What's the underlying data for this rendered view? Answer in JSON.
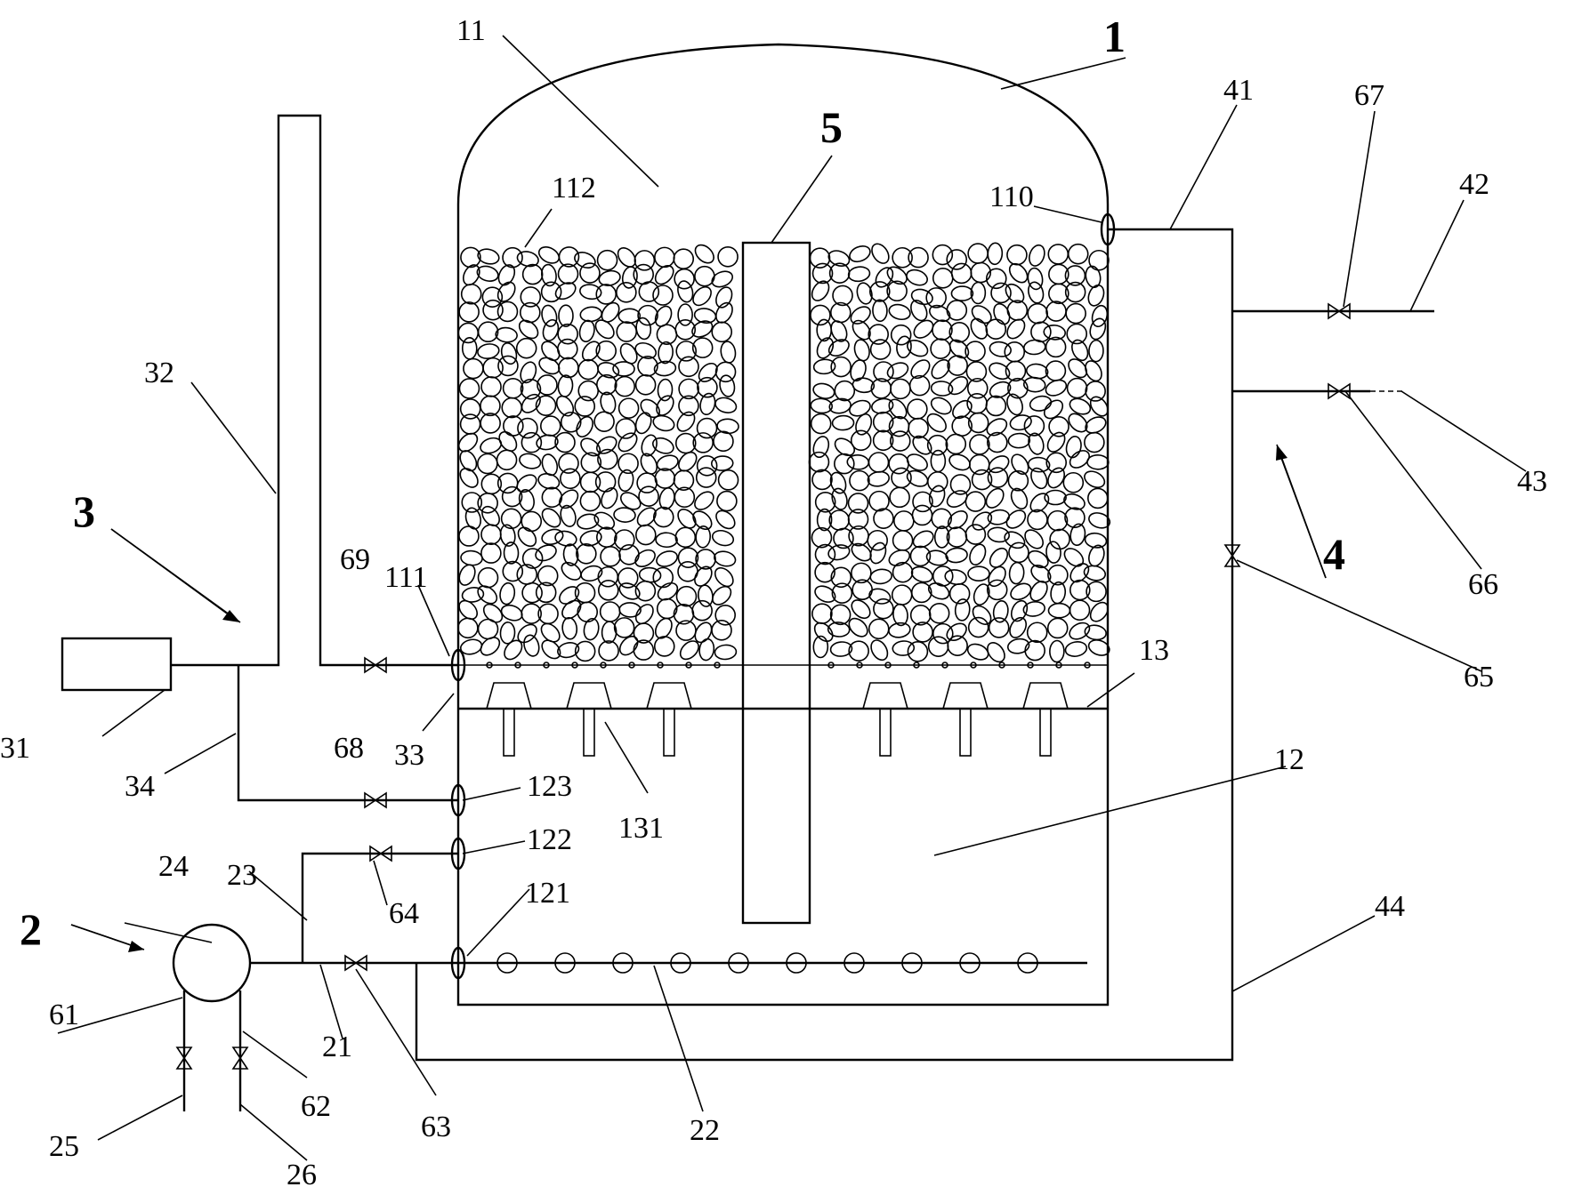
{
  "labels": {
    "l1": "1",
    "l2": "2",
    "l3": "3",
    "l4": "4",
    "l5": "5",
    "l11": "11",
    "l12": "12",
    "l13": "13",
    "l21": "21",
    "l22": "22",
    "l23": "23",
    "l24": "24",
    "l25": "25",
    "l26": "26",
    "l31": "31",
    "l32": "32",
    "l33": "33",
    "l34": "34",
    "l41": "41",
    "l42": "42",
    "l43": "43",
    "l44": "44",
    "l61": "61",
    "l62": "62",
    "l63": "63",
    "l64": "64",
    "l65": "65",
    "l66": "66",
    "l67": "67",
    "l68": "68",
    "l69": "69",
    "l110": "110",
    "l111": "111",
    "l112": "112",
    "l121": "121",
    "l122": "122",
    "l123": "123",
    "l131": "131"
  }
}
